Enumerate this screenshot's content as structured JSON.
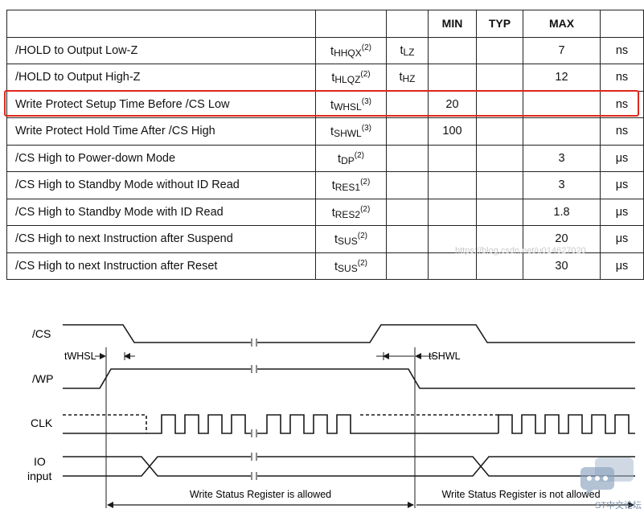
{
  "table": {
    "headers": [
      "",
      "",
      "",
      "MIN",
      "TYP",
      "MAX",
      ""
    ],
    "rows": [
      {
        "param": "/HOLD to Output Low-Z",
        "sym_main": "t",
        "sym_sub": "HHQX",
        "sym_note": "(2)",
        "alt_main": "t",
        "alt_sub": "LZ",
        "min": "",
        "typ": "",
        "max": "7",
        "unit": "ns"
      },
      {
        "param": "/HOLD to Output High-Z",
        "sym_main": "t",
        "sym_sub": "HLQZ",
        "sym_note": "(2)",
        "alt_main": "t",
        "alt_sub": "HZ",
        "min": "",
        "typ": "",
        "max": "12",
        "unit": "ns"
      },
      {
        "param": "Write Protect Setup Time Before /CS Low",
        "sym_main": "t",
        "sym_sub": "WHSL",
        "sym_note": "(3)",
        "alt_main": "",
        "alt_sub": "",
        "min": "20",
        "typ": "",
        "max": "",
        "unit": "ns"
      },
      {
        "param": "Write Protect Hold Time After /CS High",
        "sym_main": "t",
        "sym_sub": "SHWL",
        "sym_note": "(3)",
        "alt_main": "",
        "alt_sub": "",
        "min": "100",
        "typ": "",
        "max": "",
        "unit": "ns"
      },
      {
        "param": "/CS High to Power-down Mode",
        "sym_main": "t",
        "sym_sub": "DP",
        "sym_note": "(2)",
        "alt_main": "",
        "alt_sub": "",
        "min": "",
        "typ": "",
        "max": "3",
        "unit": "μs"
      },
      {
        "param": "/CS High to Standby Mode without ID Read",
        "sym_main": "t",
        "sym_sub": "RES1",
        "sym_note": "(2)",
        "alt_main": "",
        "alt_sub": "",
        "min": "",
        "typ": "",
        "max": "3",
        "unit": "μs"
      },
      {
        "param": "/CS High to Standby Mode with ID Read",
        "sym_main": "t",
        "sym_sub": "RES2",
        "sym_note": "(2)",
        "alt_main": "",
        "alt_sub": "",
        "min": "",
        "typ": "",
        "max": "1.8",
        "unit": "μs"
      },
      {
        "param": "/CS High to next Instruction after Suspend",
        "sym_main": "t",
        "sym_sub": "SUS",
        "sym_note": "(2)",
        "alt_main": "",
        "alt_sub": "",
        "min": "",
        "typ": "",
        "max": "20",
        "unit": "μs"
      },
      {
        "param": "/CS High to next Instruction after Reset",
        "sym_main": "t",
        "sym_sub": "SUS",
        "sym_note": "(2)",
        "alt_main": "",
        "alt_sub": "",
        "min": "",
        "typ": "",
        "max": "30",
        "unit": "μs"
      }
    ]
  },
  "watermark": "https://blog.csdn.net/u014627020",
  "diagram": {
    "signals": {
      "cs": "/CS",
      "wp": "/WP",
      "clk": "CLK",
      "io_line1": "IO",
      "io_line2": "input"
    },
    "timing": {
      "twhsl": "tWHSL",
      "tshwl": "tSHWL"
    },
    "regions": {
      "allowed": "Write Status Register is allowed",
      "not_allowed": "Write Status Register is not allowed"
    },
    "logo_text": "ST中文论坛",
    "stroke_color": "#1a1a1a",
    "highlight_color": "#e0261c"
  }
}
